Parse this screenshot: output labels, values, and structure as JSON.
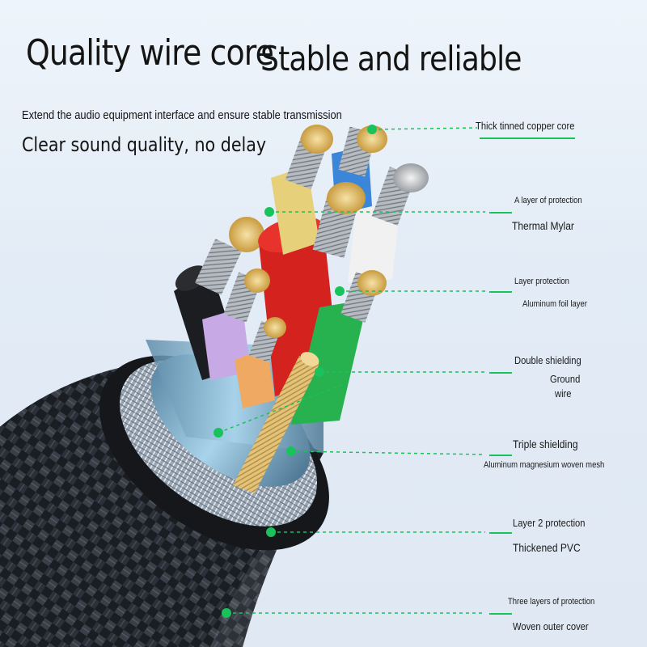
{
  "header": {
    "title_left": "Quality wire core",
    "title_right": "Stable and reliable",
    "subtitle": "Extend the audio equipment interface and ensure stable transmission",
    "tagline": "Clear sound quality, no delay"
  },
  "callouts": {
    "copper_core": "Thick tinned copper core",
    "mylar_small": "A layer of protection",
    "mylar_main": "Thermal Mylar",
    "foil_small": "Layer protection",
    "foil_main": "Aluminum foil layer",
    "shield_main": "Double shielding",
    "ground_line1": "Ground",
    "ground_line2": "wire",
    "triple_main": "Triple shielding",
    "triple_small": "Aluminum magnesium woven mesh",
    "pvc_small": "Layer 2 protection",
    "pvc_main": "Thickened PVC",
    "cover_small": "Three layers of protection",
    "cover_main": "Woven outer cover"
  },
  "colors": {
    "accent_green": "#19c25a",
    "background": "#e6eef7"
  }
}
